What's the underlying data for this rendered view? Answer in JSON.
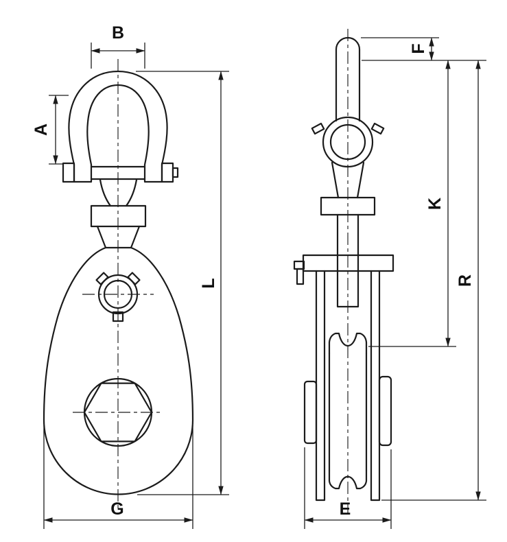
{
  "colors": {
    "line": "#1b1b1b",
    "background": "#ffffff"
  },
  "dimensions": {
    "front": [
      {
        "id": "B",
        "label": "B"
      },
      {
        "id": "A",
        "label": "A"
      },
      {
        "id": "L",
        "label": "L"
      },
      {
        "id": "G",
        "label": "G"
      }
    ],
    "side": [
      {
        "id": "F",
        "label": "F"
      },
      {
        "id": "K",
        "label": "K"
      },
      {
        "id": "R",
        "label": "R"
      },
      {
        "id": "E",
        "label": "E"
      }
    ]
  }
}
